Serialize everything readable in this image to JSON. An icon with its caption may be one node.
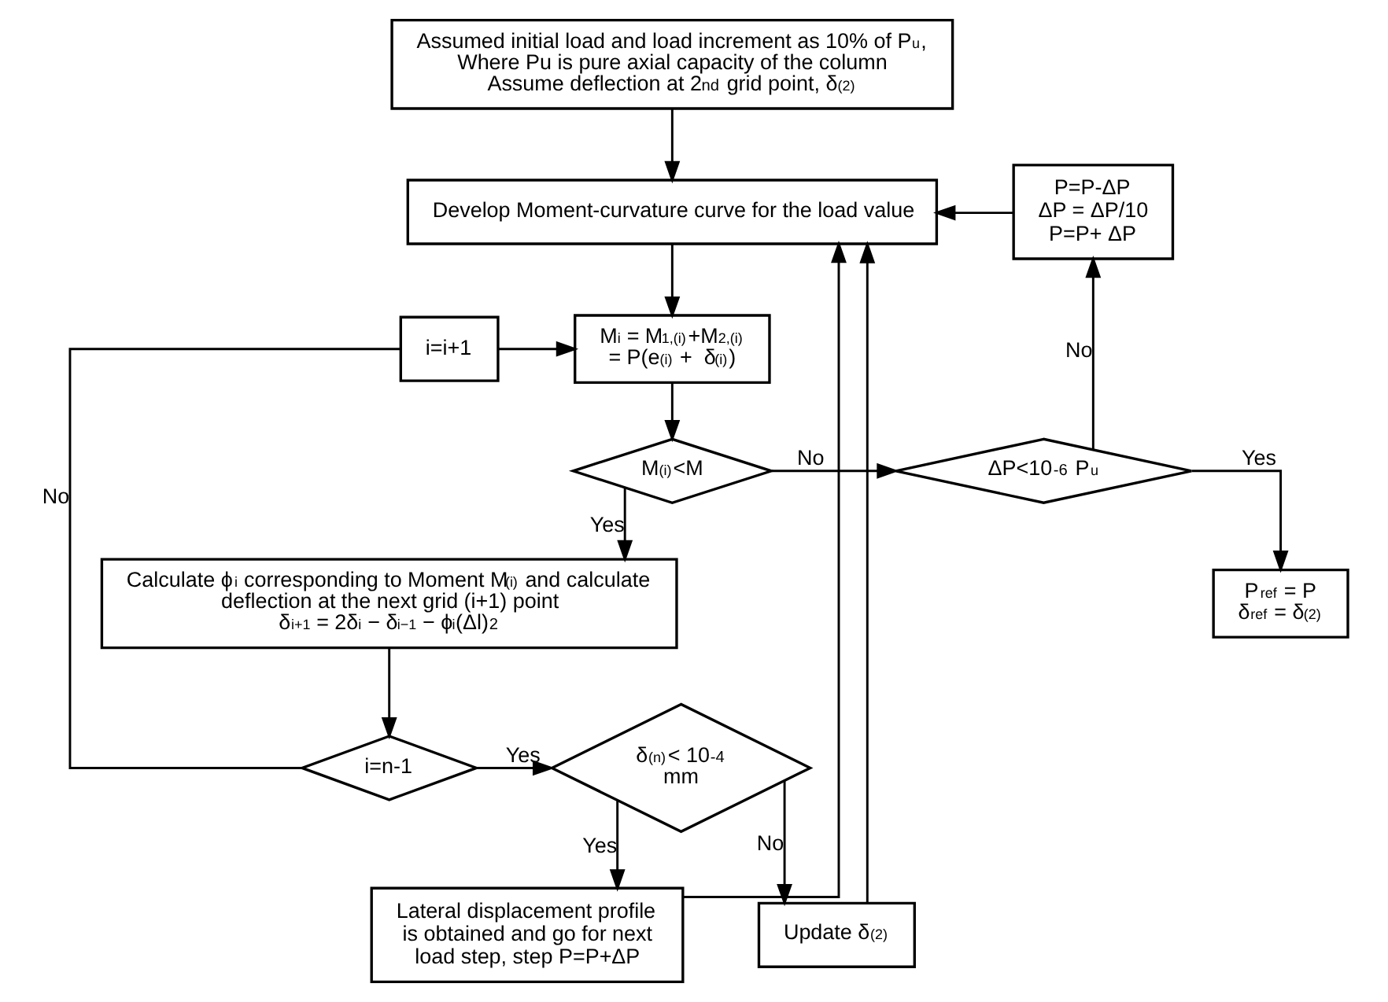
{
  "diagram": {
    "nodes": [
      {
        "text": [
          "Assumed initial load and load increment as 10% of P$_{u}$,",
          "Where Pu is pure axial capacity of the column",
          "Assume deflection at 2$^{nd}$ grid point, δ$_{(2)}$"
        ]
      },
      {
        "text": [
          "Develop Moment-curvature curve for the load value"
        ]
      },
      {
        "text": [
          "P=P-ΔP",
          "ΔP = ΔP/10",
          "P=P+ ΔP"
        ]
      },
      {
        "text": [
          "M$_{i}$ = M$_{1,(i)}$+M$_{2,(i)}$",
          "= P(e$_{(i)}$ +  δ$_{(i)}$)"
        ]
      },
      {
        "text": [
          "i=i+1"
        ]
      },
      {
        "text": [
          "M$_{(i)}$<M"
        ]
      },
      {
        "text": [
          "ΔP<10$^{-6}$ P$_{u}$"
        ]
      },
      {
        "text": [
          "Calculate ϕ$_{i}$ corresponding to Moment M$_{(i)}$ and calculate deflection at the next grid (i+1) point",
          "δ$_{i+1}$ = 2δ$_{i}$ − δ$_{i−1}$ − ϕ$_{i}$(Δl)$^{2}$"
        ]
      },
      {
        "text": [
          "P$_{ref}$ = P",
          "δ$_{ref}$ = δ$_{(2)}$"
        ]
      },
      {
        "text": [
          "i=n-1"
        ]
      },
      {
        "text": [
          "δ$_{(n)}$< 10$^{-4}$ mm"
        ]
      },
      {
        "text": [
          "Lateral displacement profile is obtained and go for next load step, step P=P+ΔP"
        ]
      },
      {
        "text": [
          "Update δ$_{(2)}$"
        ]
      }
    ],
    "edges": [
      {
        "from": 0,
        "to": 1,
        "arrow": "to"
      },
      {
        "from": 2,
        "to": 1,
        "arrow": "to"
      },
      {
        "from": 1,
        "to": 3,
        "arrow": "to"
      },
      {
        "from": 4,
        "to": 3,
        "arrow": "to"
      },
      {
        "from": 3,
        "to": 5,
        "arrow": "to"
      },
      {
        "from": 5,
        "to": 6,
        "label": "No",
        "arrow": "to"
      },
      {
        "from": 6,
        "to": 2,
        "label": "No",
        "arrow": "to"
      },
      {
        "from": 5,
        "to": 7,
        "label": "Yes",
        "arrow": "to"
      },
      {
        "from": 6,
        "to": 8,
        "label": "Yes",
        "arrow": "to"
      },
      {
        "from": 7,
        "to": 9,
        "arrow": "to"
      },
      {
        "from": 9,
        "to": 4,
        "label": "No",
        "arrow": "none"
      },
      {
        "from": 9,
        "to": 10,
        "label": "Yes",
        "arrow": "to"
      },
      {
        "from": 10,
        "to": 11,
        "label": "Yes",
        "arrow": "to"
      },
      {
        "from": 10,
        "to": 12,
        "label": "No",
        "arrow": "to"
      },
      {
        "from": 11,
        "to": 1,
        "arrow": "to"
      },
      {
        "from": 12,
        "to": 1,
        "arrow": "to"
      }
    ]
  }
}
